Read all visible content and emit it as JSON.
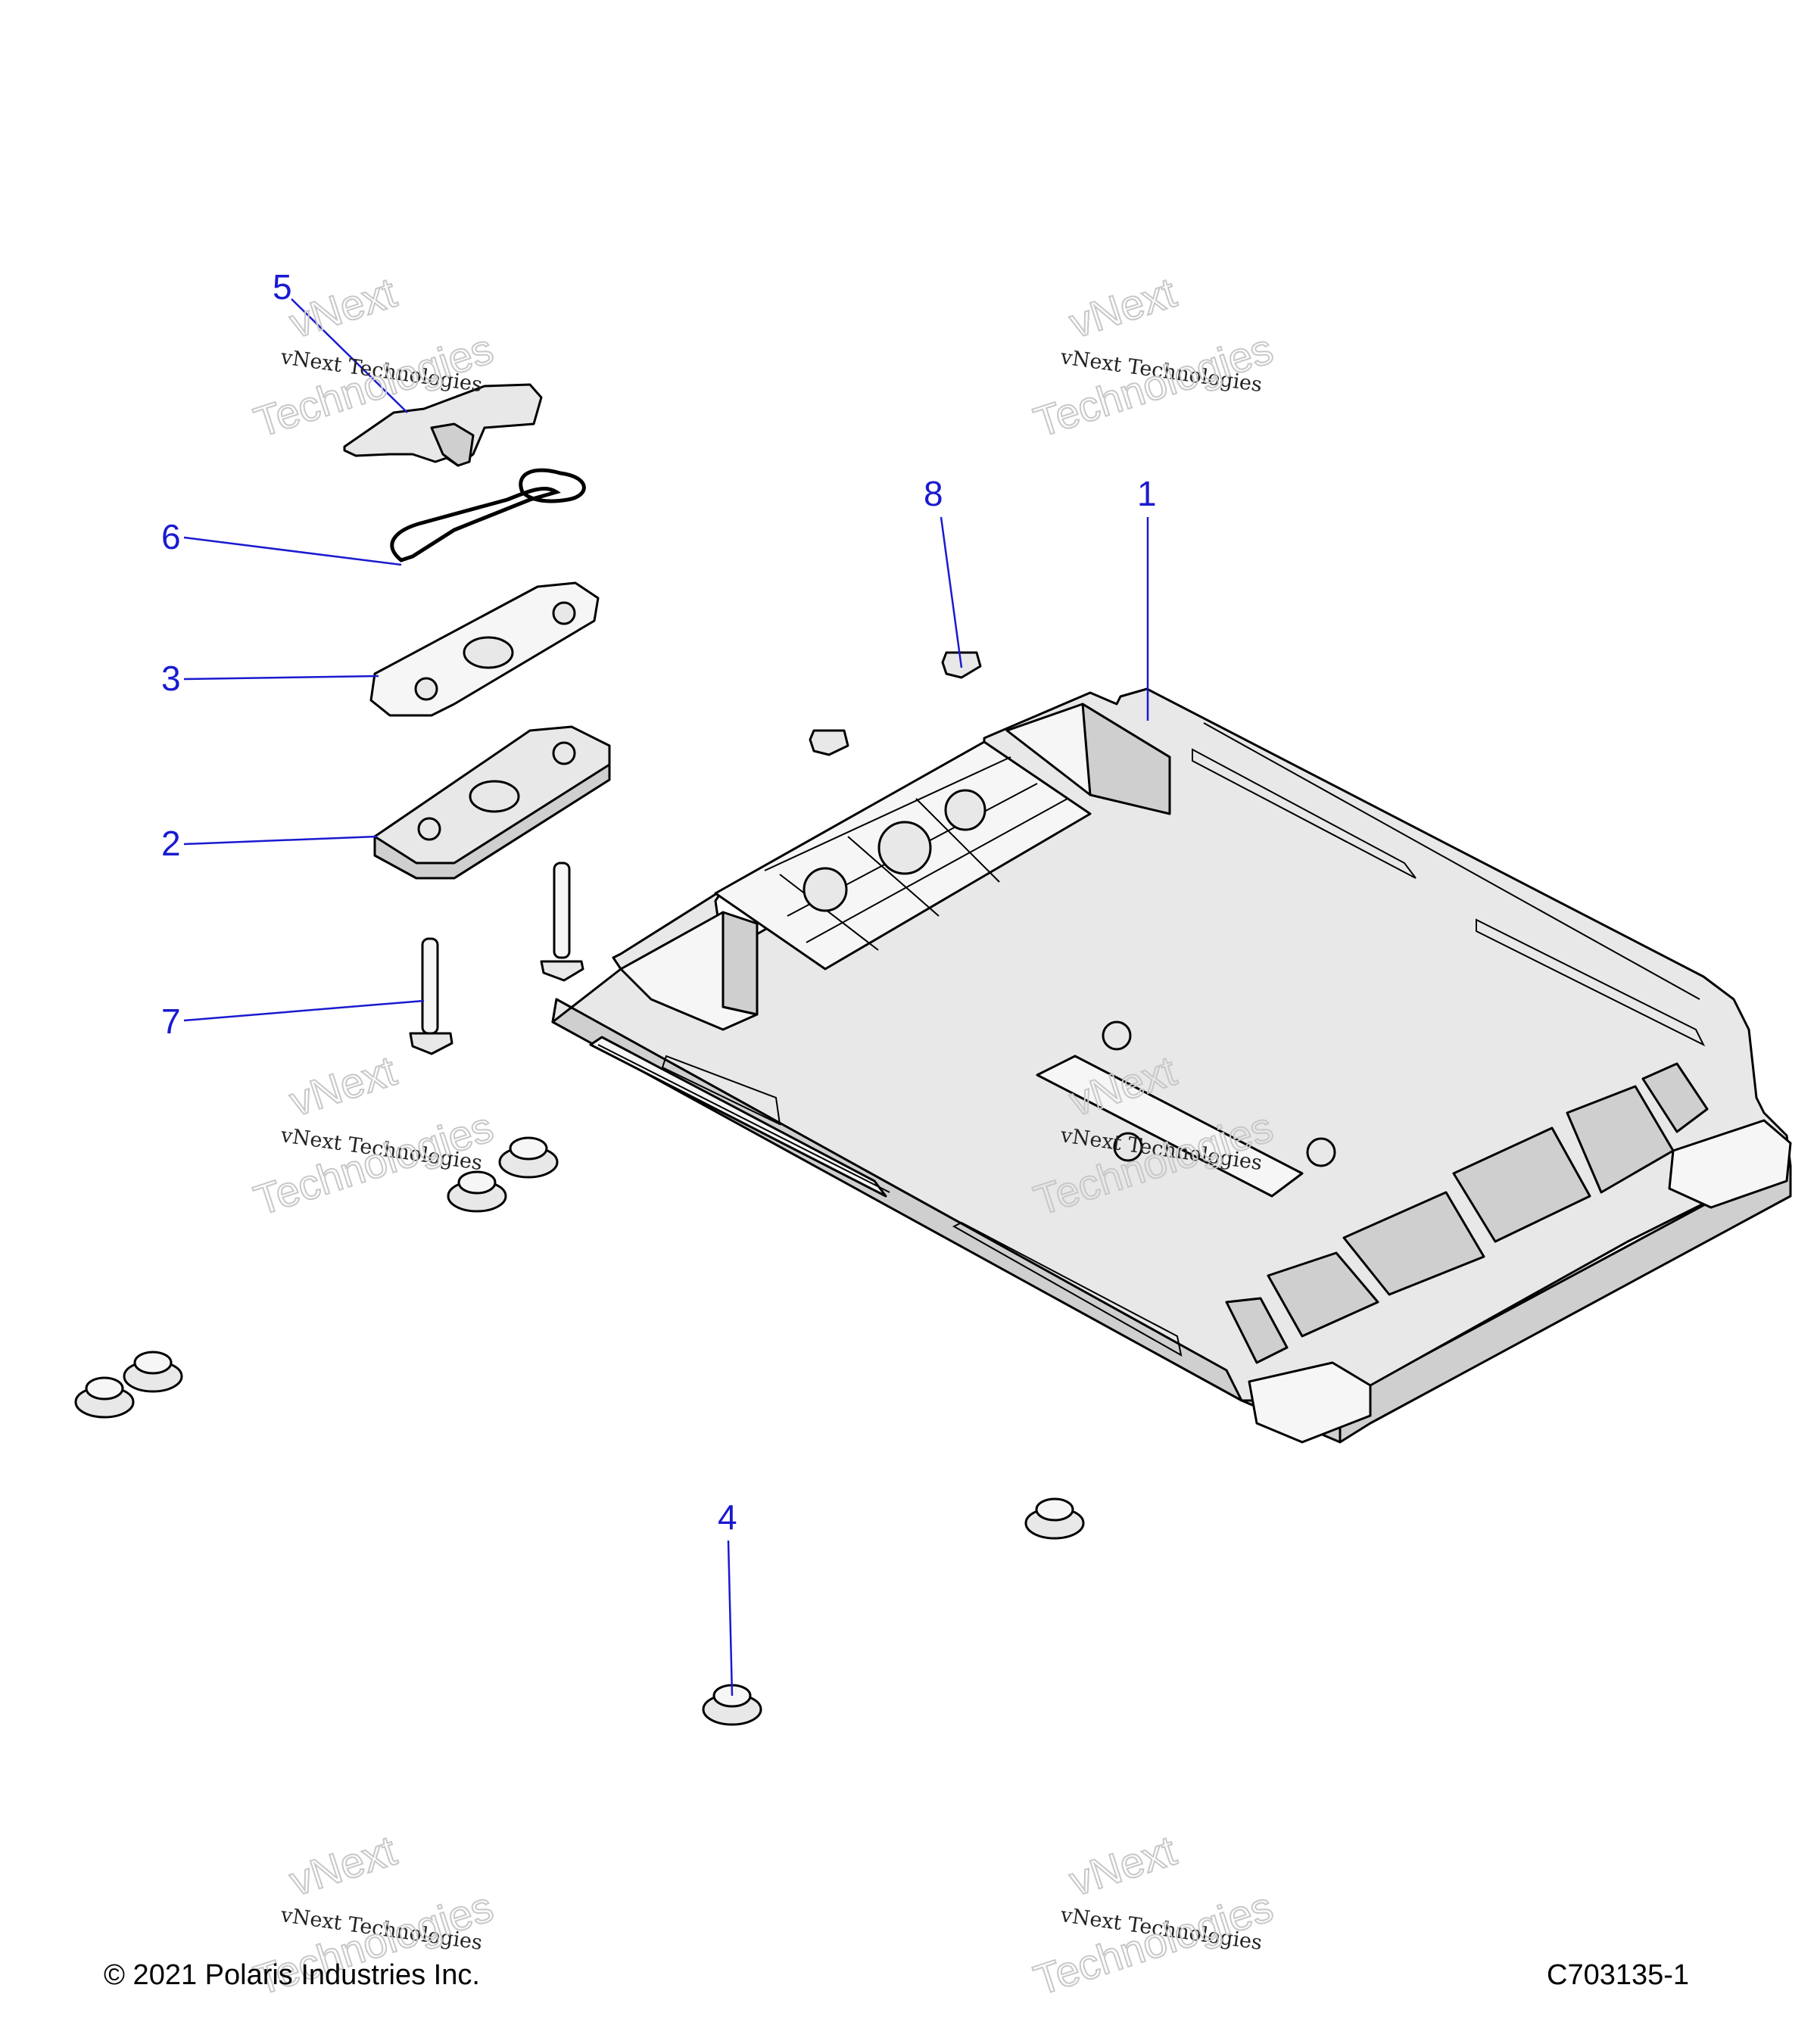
{
  "callouts": [
    "5",
    "6",
    "3",
    "2",
    "7",
    "8",
    "1",
    "4"
  ],
  "watermark": {
    "line1": "vNext",
    "line2": "vNext Technologies",
    "line3": "Technologies"
  },
  "footer": {
    "copyright": "© 2021 Polaris Industries Inc.",
    "drawing_id": "C703135-1"
  },
  "colors": {
    "callout": "#1a1ad0",
    "part_fill": "#e8e8e8",
    "outline": "#000000"
  }
}
